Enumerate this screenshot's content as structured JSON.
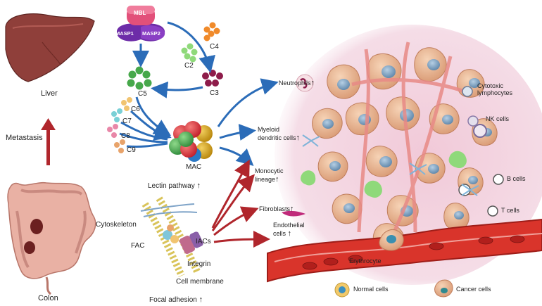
{
  "organs": {
    "liver": "Liver",
    "metastasis": "Metastasis",
    "colon": "Colon"
  },
  "complement": {
    "mbl": "MBL",
    "masp1": "MASP1",
    "masp2": "MASP2",
    "c2": "C2",
    "c3": "C3",
    "c4": "C4",
    "c5": "C5",
    "c6": "C6",
    "c7": "C7",
    "c8": "C8",
    "c9": "C9",
    "mac": "MAC",
    "lectin_pathway": "Lectin pathway"
  },
  "adhesion": {
    "cytoskeleton": "Cytoskeleton",
    "fac": "FAC",
    "iacs": "IACs",
    "integrin": "Integrin",
    "cell_membrane": "Cell membrane",
    "focal_adhesion": "Focal adhesion"
  },
  "targets": {
    "neutrophils": "Neutrophils",
    "myeloid_dendritic_1": "Myeloid",
    "myeloid_dendritic_2": "dendritic cells",
    "monocytic_1": "Monocytic",
    "monocytic_2": "lineage",
    "fibroblasts": "Fibroblasts",
    "endothelial_1": "Endothelial",
    "endothelial_2": "cells"
  },
  "tme": {
    "cytotoxic_1": "Cytotoxic",
    "cytotoxic_2": "lymphocytes",
    "nk": "NK cells",
    "b": "B cells",
    "t": "T cells",
    "erythrocyte": "Erythrocyte",
    "normal": "Normal cells",
    "cancer": "Cancer cells"
  },
  "up_arrow": "↑",
  "colors": {
    "blue_arrow": "#2b6cb8",
    "red_arrow": "#b0262c",
    "tissue": "#f3dbe4",
    "cancer_cell": "#e8b895",
    "nucleus": "#7fa3c4",
    "vessel": "#d9342b"
  }
}
